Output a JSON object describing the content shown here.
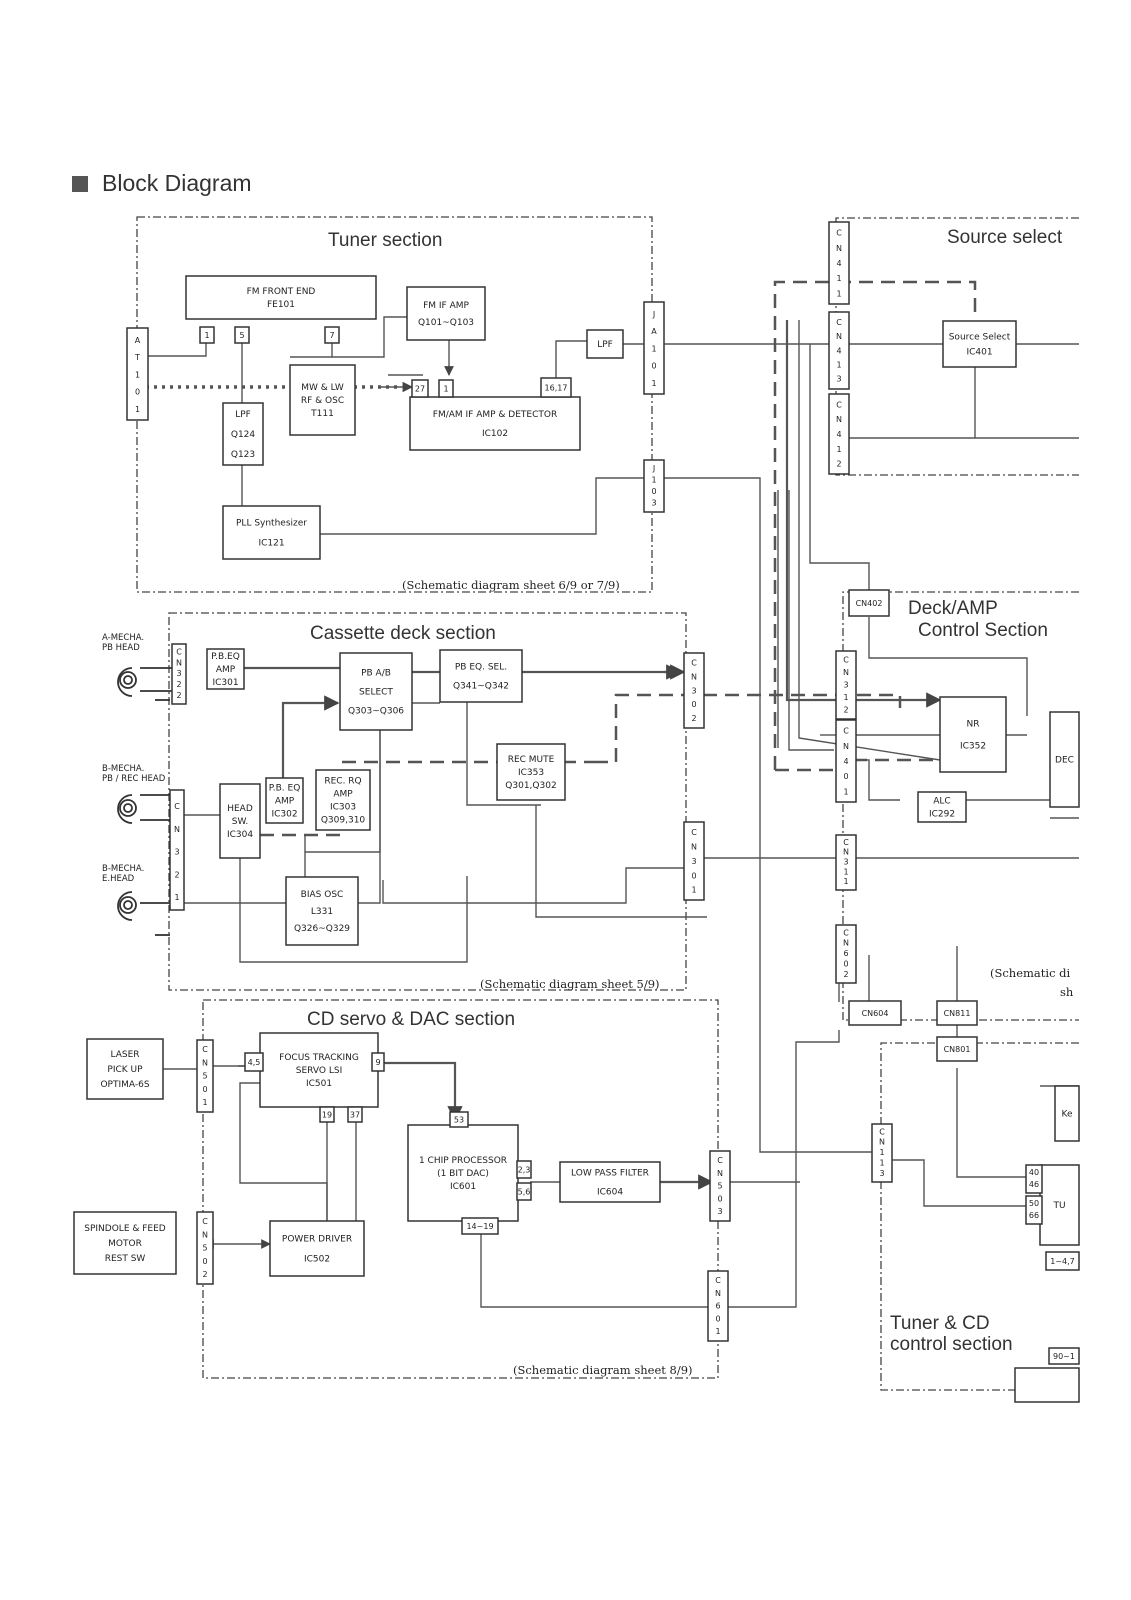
{
  "title": "Block Diagram",
  "sections": {
    "tuner": "Tuner section",
    "source": "Source select",
    "cassette": "Cassette deck section",
    "deck_l1": "Deck/AMP",
    "deck_l2": "Control Section",
    "cd": "CD servo & DAC section",
    "tunercd_l1": "Tuner & CD",
    "tunercd_l2": "control section"
  },
  "notes": {
    "tuner": "(Schematic diagram sheet 6/9 or 7/9)",
    "cassette": "(Schematic diagram sheet 5/9)",
    "cd": "(Schematic diagram sheet 8/9)",
    "right_l1": "(Schematic di",
    "right_l2": "sh"
  },
  "boxes": [
    {
      "id": "fe101",
      "lines": [
        "FM  FRONT  END",
        "FE101"
      ]
    },
    {
      "id": "fmif",
      "lines": [
        "FM  IF  AMP",
        "Q101~Q103"
      ]
    },
    {
      "id": "mwlw",
      "lines": [
        "MW  &  LW",
        "RF  &  OSC",
        "T111"
      ]
    },
    {
      "id": "lpf124",
      "lines": [
        "LPF",
        "Q124",
        "Q123"
      ]
    },
    {
      "id": "ic102",
      "lines": [
        "FM/AM  IF  AMP  &  DETECTOR",
        "IC102"
      ]
    },
    {
      "id": "lpf_t",
      "lines": [
        "LPF"
      ]
    },
    {
      "id": "pll",
      "lines": [
        "PLL   Synthesizer",
        "IC121"
      ]
    },
    {
      "id": "ic401",
      "lines": [
        "Source Select",
        "IC401"
      ]
    },
    {
      "id": "ic301",
      "lines": [
        "P.B.EQ",
        "AMP",
        "IC301"
      ]
    },
    {
      "id": "pbab",
      "lines": [
        "PB A/B",
        "SELECT",
        "Q303~Q306"
      ]
    },
    {
      "id": "pbeq",
      "lines": [
        "PB EQ.  SEL.",
        "Q341~Q342"
      ]
    },
    {
      "id": "recmute",
      "lines": [
        "REC MUTE",
        "IC353",
        "Q301,Q302"
      ]
    },
    {
      "id": "ic302",
      "lines": [
        "P.B.  EQ",
        "AMP",
        "IC302"
      ]
    },
    {
      "id": "ic303",
      "lines": [
        "REC.  RQ",
        "AMP",
        "IC303",
        "Q309,310"
      ]
    },
    {
      "id": "ic304",
      "lines": [
        "HEAD",
        "SW.",
        "IC304"
      ]
    },
    {
      "id": "bias",
      "lines": [
        "BIAS  OSC",
        "L331",
        "Q326~Q329"
      ]
    },
    {
      "id": "nr",
      "lines": [
        "NR",
        "IC352"
      ]
    },
    {
      "id": "alc",
      "lines": [
        "ALC",
        "IC292"
      ]
    },
    {
      "id": "dec",
      "lines": [
        "DEC"
      ]
    },
    {
      "id": "laser",
      "lines": [
        "LASER",
        "PICK UP",
        "OPTIMA-6S"
      ]
    },
    {
      "id": "ic501",
      "lines": [
        "FOCUS  TRACKING",
        "SERVO  LSI",
        "IC501"
      ]
    },
    {
      "id": "ic601",
      "lines": [
        "1  CHIP  PROCESSOR",
        "(1  BIT  DAC)",
        "IC601"
      ]
    },
    {
      "id": "ic604",
      "lines": [
        "LOW  PASS  FILTER",
        "IC604"
      ]
    },
    {
      "id": "spindle",
      "lines": [
        "SPINDOLE  &  FEED",
        "MOTOR",
        "REST  SW"
      ]
    },
    {
      "id": "ic502",
      "lines": [
        "POWER  DRIVER",
        "IC502"
      ]
    },
    {
      "id": "ke",
      "lines": [
        "Ke"
      ]
    },
    {
      "id": "tu",
      "lines": [
        "TU"
      ]
    }
  ],
  "connectors": {
    "at101": [
      "A",
      "T",
      "1",
      "0",
      "1"
    ],
    "ja101": [
      "J",
      "A",
      "1",
      "0",
      "1"
    ],
    "j103": [
      "J",
      "1",
      "0",
      "3"
    ],
    "cn411": [
      "C",
      "N",
      "4",
      "1",
      "1"
    ],
    "cn413": [
      "C",
      "N",
      "4",
      "1",
      "3"
    ],
    "cn412": [
      "C",
      "N",
      "4",
      "1",
      "2"
    ],
    "cn322": [
      "C",
      "N",
      "3",
      "2",
      "2"
    ],
    "cn321": [
      "C",
      "N",
      "3",
      "2",
      "1"
    ],
    "cn302": [
      "C",
      "N",
      "3",
      "0",
      "2"
    ],
    "cn301": [
      "C",
      "N",
      "3",
      "0",
      "1"
    ],
    "cn312": [
      "C",
      "N",
      "3",
      "1",
      "2"
    ],
    "cn401": [
      "C",
      "N",
      "4",
      "0",
      "1"
    ],
    "cn311": [
      "C",
      "N",
      "3",
      "1",
      "1"
    ],
    "cn602": [
      "C",
      "N",
      "6",
      "0",
      "2"
    ],
    "cn501": [
      "C",
      "N",
      "5",
      "0",
      "1"
    ],
    "cn502": [
      "C",
      "N",
      "5",
      "0",
      "2"
    ],
    "cn503": [
      "C",
      "N",
      "5",
      "0",
      "3"
    ],
    "cn601": [
      "C",
      "N",
      "6",
      "0",
      "1"
    ],
    "cn113": [
      "C",
      "N",
      "1",
      "1",
      "3"
    ],
    "cn402": "CN402",
    "cn604": "CN604",
    "cn811": "CN811",
    "cn801": "CN801"
  },
  "pins": {
    "fe_1": "1",
    "fe_5": "5",
    "fe_7": "7",
    "ic102_27": "27",
    "ic102_1": "1",
    "ic102_1617": "16,17",
    "ic501_45": "4,5",
    "ic501_9": "9",
    "ic501_19": "19",
    "ic501_37": "37",
    "ic601_53": "53",
    "ic601_23": "2,3",
    "ic601_56": "5,6",
    "ic601_1419": "14~19",
    "tu_4046": "40\n46",
    "tu_5066": "50\n66",
    "tu_147": "1~4,7",
    "tu_901": "90~1"
  },
  "labels": {
    "amecha_1": "A-MECHA.",
    "amecha_2": "PB HEAD",
    "bmecha_1": "B-MECHA.",
    "bmecha_2": "PB / REC  HEAD",
    "emecha_1": "B-MECHA.",
    "emecha_2": "E.HEAD"
  }
}
